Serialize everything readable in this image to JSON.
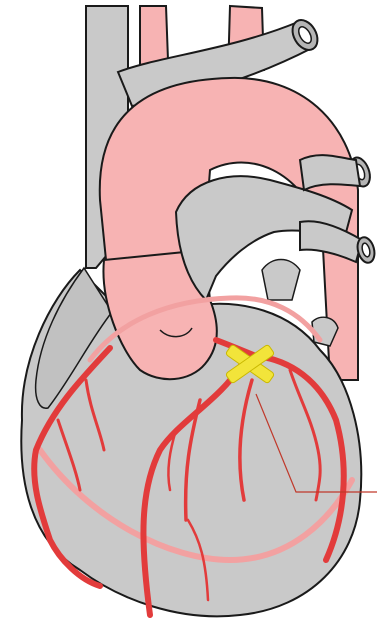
{
  "diagram": {
    "structures": [
      {
        "name": "superior-vena-cava",
        "label": ""
      },
      {
        "name": "aortic-arch",
        "label": ""
      },
      {
        "name": "pulmonary-trunk",
        "label": ""
      },
      {
        "name": "pulmonary-arteries",
        "label": ""
      },
      {
        "name": "left-atrium",
        "label": ""
      },
      {
        "name": "right-ventricle",
        "label": ""
      },
      {
        "name": "left-ventricle",
        "label": ""
      },
      {
        "name": "coronary-arteries",
        "label": ""
      }
    ],
    "marker": {
      "icon": "blockage-x-icon",
      "color": "#f2e43a"
    },
    "colors": {
      "heart_gray": "#c9c9c9",
      "vessel_pink": "#f7b3b3",
      "artery_red": "#e23b3b",
      "outline": "#1a1a1a",
      "callout_line": "#c0392b"
    },
    "callout": {
      "text": ""
    }
  }
}
